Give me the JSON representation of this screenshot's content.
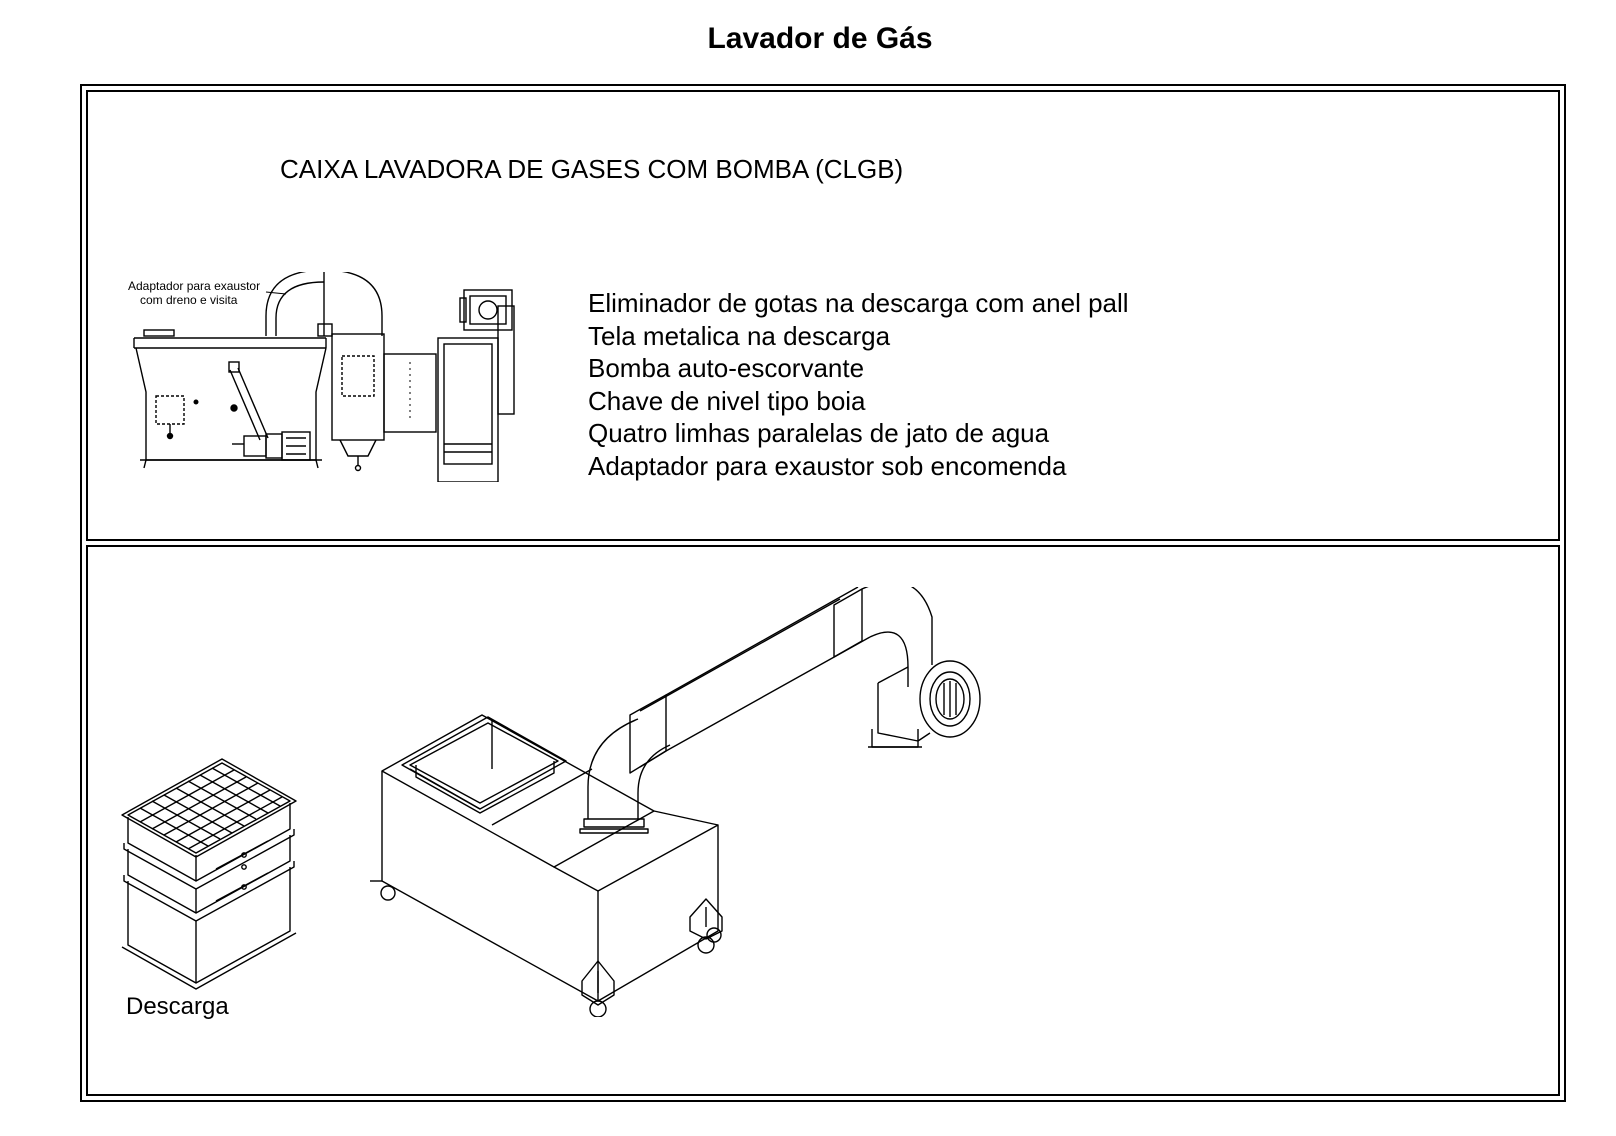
{
  "page": {
    "title": "Lavador de Gás"
  },
  "panel_top": {
    "heading": "CAIXA LAVADORA DE GASES COM BOMBA (CLGB)",
    "callout_line1": "Adaptador para exaustor",
    "callout_line2": "com dreno e visita",
    "features": [
      "Eliminador de gotas na descarga com anel pall",
      "Tela metalica na descarga",
      "Bomba auto-escorvante",
      "Chave de nivel tipo boia",
      "Quatro limhas paralelas de jato de agua",
      "Adaptador para exaustor sob encomenda"
    ]
  },
  "panel_bottom": {
    "descarga_label": "Descarga"
  }
}
